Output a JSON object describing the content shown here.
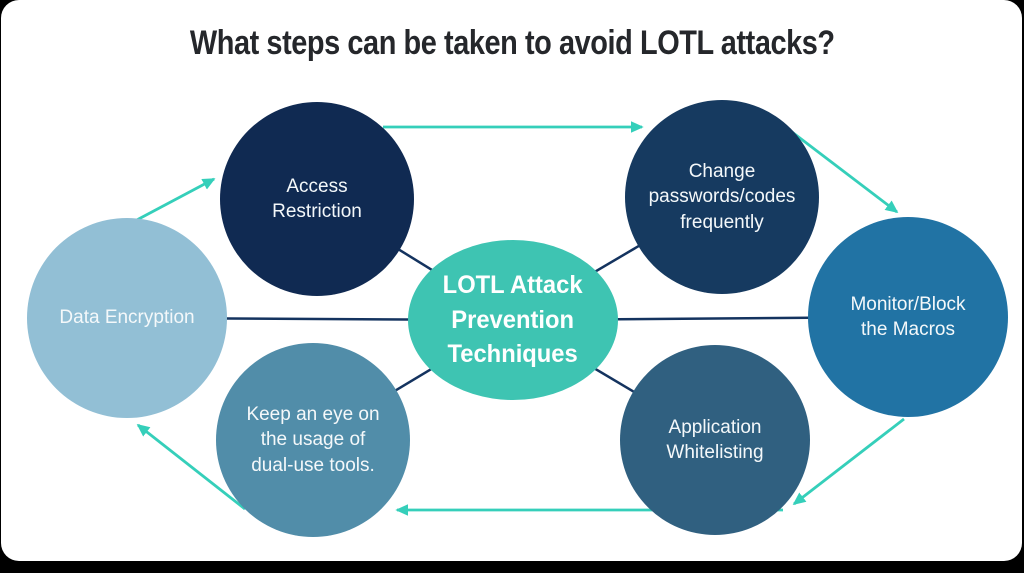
{
  "title": "What steps can be taken to avoid LOTL attacks?",
  "title_color": "#25272b",
  "center": {
    "label": "LOTL Attack\nPrevention\nTechniques",
    "color": "#3ec4b2",
    "text_color": "#ffffff"
  },
  "nodes": [
    {
      "id": "access-restriction",
      "label": "Access\nRestriction",
      "color": "#102a52"
    },
    {
      "id": "change-passwords",
      "label": "Change\npasswords/codes\nfrequently",
      "color": "#163a60"
    },
    {
      "id": "monitor-block-macros",
      "label": "Monitor/Block\nthe Macros",
      "color": "#2173a4"
    },
    {
      "id": "application-whitelisting",
      "label": "Application\nWhitelisting",
      "color": "#306080"
    },
    {
      "id": "keep-an-eye",
      "label": "Keep an eye on\nthe usage of\ndual-use tools.",
      "color": "#518da9"
    },
    {
      "id": "data-encryption",
      "label": "Data Encryption",
      "color": "#92bfd5"
    }
  ],
  "flow": {
    "arrow_color": "#35cfba",
    "spoke_color": "#14335f",
    "direction": "clockwise",
    "sequence": [
      "Data Encryption",
      "Access Restriction",
      "Change passwords/codes frequently",
      "Monitor/Block the Macros",
      "Application Whitelisting",
      "Keep an eye on the usage of dual-use tools.",
      "Data Encryption"
    ]
  }
}
